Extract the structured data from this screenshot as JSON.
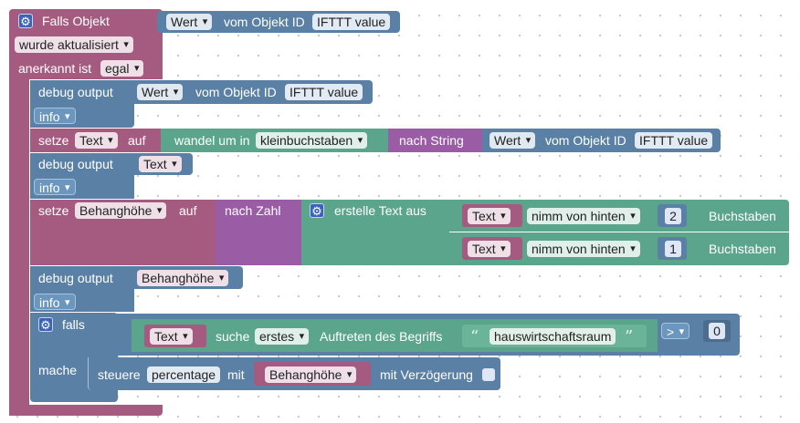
{
  "event": {
    "title": "Falls Objekt",
    "attr_dropdown": "Wert",
    "of_object": "vom Objekt ID",
    "object_id": "IFTTT value",
    "trigger_dropdown": "wurde aktualisiert",
    "ack_label": "anerkannt ist",
    "ack_dropdown": "egal"
  },
  "debug1": {
    "label": "debug output",
    "attr_dropdown": "Wert",
    "of_object": "vom Objekt ID",
    "object_id": "IFTTT value",
    "level": "info"
  },
  "set1": {
    "label": "setze",
    "var": "Text",
    "to": "auf",
    "convert_label": "wandel um in",
    "case_dropdown": "kleinbuchstaben",
    "to_string": "nach String",
    "attr_dropdown": "Wert",
    "of_object": "vom Objekt ID",
    "object_id": "IFTTT value"
  },
  "debug2": {
    "label": "debug output",
    "var": "Text",
    "level": "info"
  },
  "set2": {
    "label": "setze",
    "var": "Behanghöhe",
    "to": "auf",
    "to_number": "nach Zahl",
    "create_text": "erstelle Text aus",
    "row1": {
      "var": "Text",
      "take": "nimm von hinten",
      "n": "2",
      "unit": "Buchstaben"
    },
    "row2": {
      "var": "Text",
      "take": "nimm von hinten",
      "n": "1",
      "unit": "Buchstaben"
    }
  },
  "debug3": {
    "label": "debug output",
    "var": "Behanghöhe",
    "level": "info"
  },
  "if_block": {
    "falls": "falls",
    "var": "Text",
    "search": "suche",
    "occ_dropdown": "erstes",
    "occ_label": "Auftreten des Begriffs",
    "term": "hauswirtschaftsraum",
    "compare": ">",
    "compare_value": "0",
    "mache": "mache"
  },
  "control": {
    "label": "steuere",
    "state": "percentage",
    "with": "mit",
    "var": "Behanghöhe",
    "delay": "mit Verzögerung"
  }
}
